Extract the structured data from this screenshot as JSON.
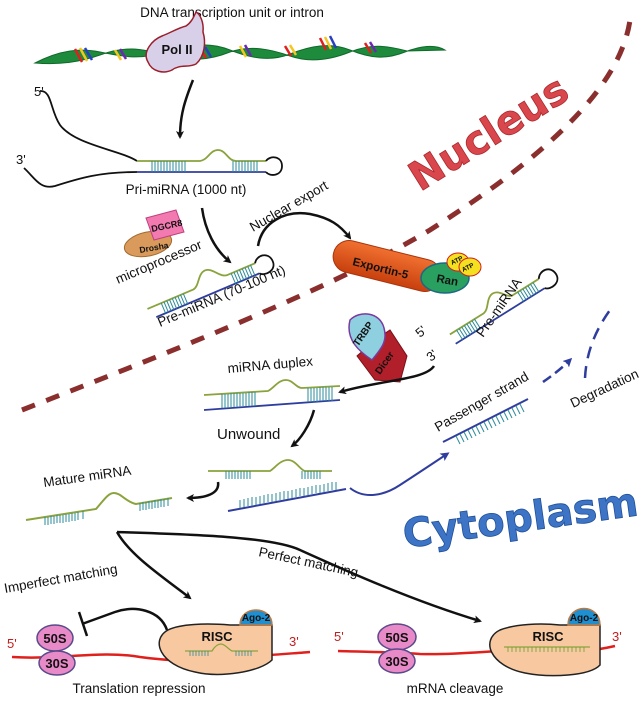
{
  "diagram": {
    "title_label": "DNA transcription unit or intron",
    "compartments": {
      "nucleus": "Nucleus",
      "cytoplasm": "Cytoplasm"
    },
    "proteins": {
      "pol2": "Pol II",
      "dgcr8": "DGCR8",
      "drosha": "Drosha",
      "exportin": "Exportin-5",
      "ran": "Ran",
      "atp1": "ATP",
      "atp2": "ATP",
      "trbp": "TRBP",
      "dicer": "Dicer",
      "risc_left": "RISC",
      "risc_right": "RISC",
      "ago_left": "Ago-2",
      "ago_right": "Ago-2",
      "ribo50_left": "50S",
      "ribo30_left": "30S",
      "ribo50_right": "50S",
      "ribo30_right": "30S"
    },
    "labels": {
      "five_prime_top": "5'",
      "three_prime_top": "3'",
      "pri_mirna": "Pri-miRNA (1000 nt)",
      "microprocessor": "microprocessor",
      "pre_mirna_nuclear": "Pre-miRNA (70-100 nt)",
      "nuclear_export": "Nuclear  export",
      "pre_mirna_cyto": "Pre-miRNA",
      "five_prime_cyto": "5'",
      "three_prime_cyto": "3'",
      "mirna_duplex": "miRNA duplex",
      "unwound": "Unwound",
      "mature_mirna": "Mature miRNA",
      "passenger_strand": "Passenger strand",
      "degradation": "Degradation",
      "imperfect_matching": "Imperfect matching",
      "perfect_matching": "Perfect matching",
      "five_prime_left_mrna": "5'",
      "three_prime_left_mrna": "3'",
      "five_prime_right_mrna": "5'",
      "three_prime_right_mrna": "3'",
      "translation_repression": "Translation repression",
      "mrna_cleavage": "mRNA cleavage"
    },
    "colors": {
      "dna_helix": "#1e8a3c",
      "membrane": "#8b2e2e",
      "mirna_strand": "#8aa33c",
      "passenger": "#2f3e9e",
      "base_pairs": "#2a8a9a",
      "mrna": "#e0201c",
      "risc_fill": "#f8c9a0",
      "ago_fill": "#1e8fd0",
      "ribosome_fill": "#e98ac8",
      "exportin_fill": "#e0541c",
      "ran_fill": "#2aa060",
      "atp_fill": "#f5e020",
      "dicer_fill": "#b01f2a",
      "trbp_fill": "#8fd0e0",
      "pol2_fill": "#d8d0e8",
      "drosha_fill": "#d99a5c",
      "dgcr8_fill": "#f37ab0"
    }
  }
}
